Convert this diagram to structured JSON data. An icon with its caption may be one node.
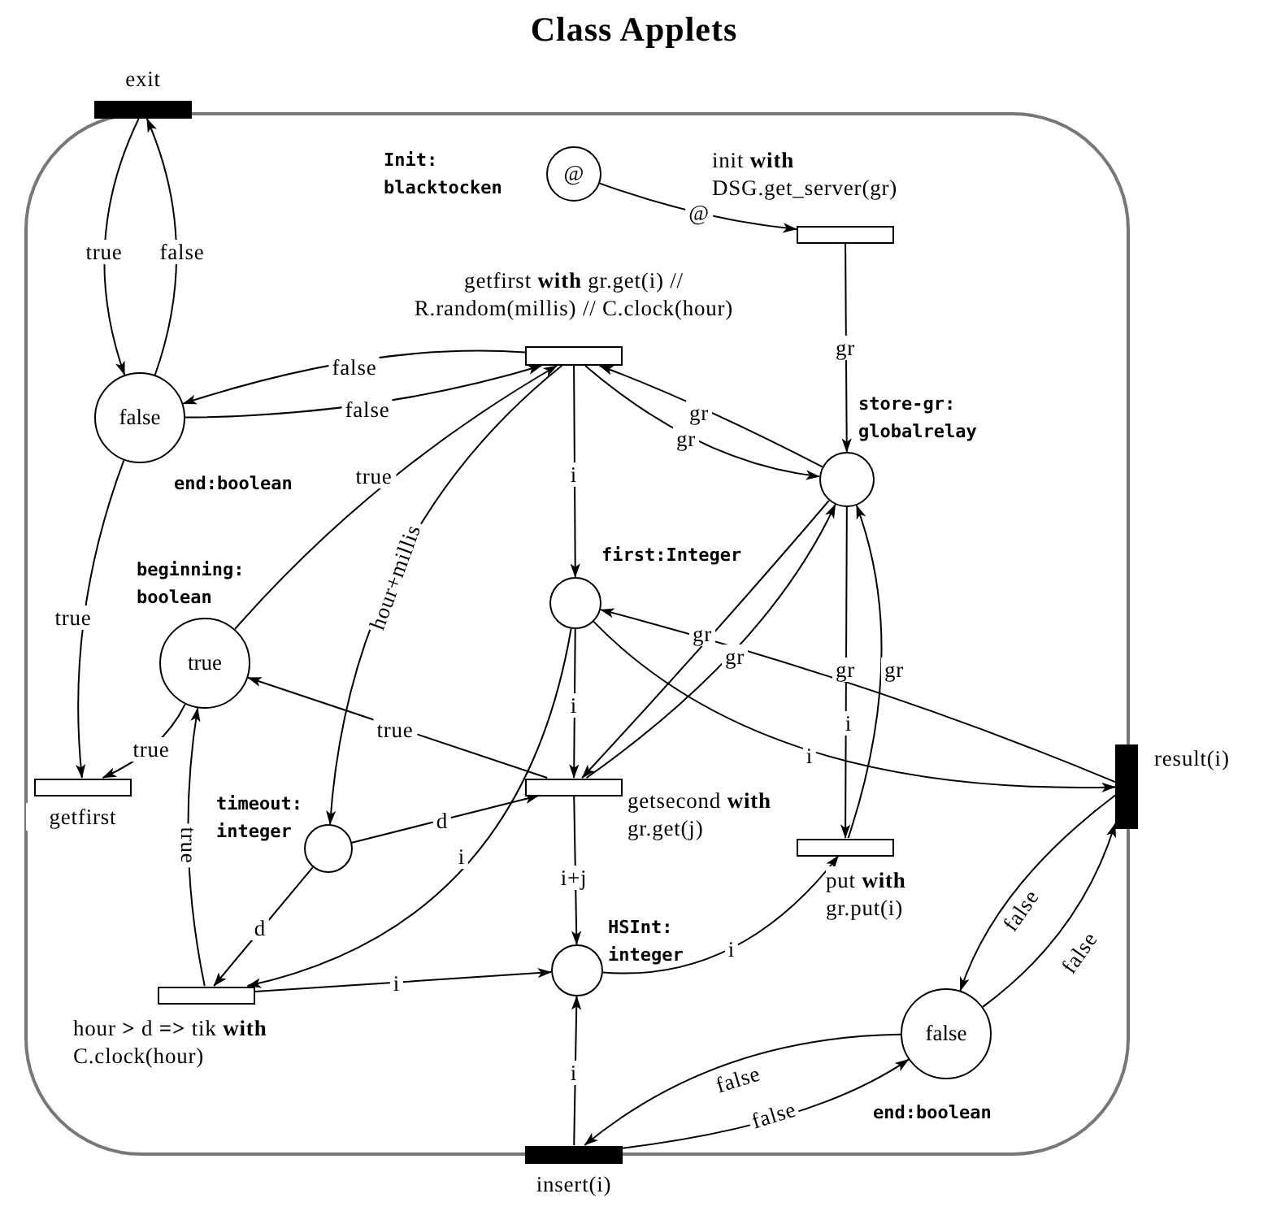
{
  "diagram": {
    "title": "Class Applets",
    "nodes": [
      {
        "text": [],
        "shape": "box"
      },
      {
        "text": [
          "exit"
        ]
      },
      {
        "text": [
          "@"
        ],
        "beside": [
          "Init: blacktocken"
        ],
        "in": 0
      },
      {
        "text": [
          "init **with** DSG.get_server(gr)"
        ],
        "in": 0
      },
      {
        "text": [
          "false"
        ],
        "beside": [
          "end:boolean"
        ],
        "in": 0
      },
      {
        "text": [
          "getfirst **with** gr.get(i) // R.random(millis) // C.clock(hour)"
        ],
        "in": 0
      },
      {
        "text": [],
        "shape": "circle",
        "beside": [
          "store-gr: globalrelay"
        ],
        "in": 0
      },
      {
        "text": [],
        "shape": "circle",
        "beside": [
          "first:Integer"
        ],
        "in": 0
      },
      {
        "text": [
          "true"
        ],
        "beside": [
          "beginning: boolean"
        ],
        "in": 0
      },
      {
        "text": [
          "getfirst"
        ],
        "in": 0
      },
      {
        "text": [
          "getsecond **with** gr.get(j)"
        ],
        "in": 0
      },
      {
        "text": [
          "result(i)"
        ]
      },
      {
        "text": [],
        "shape": "circle",
        "beside": [
          "timeout: integer"
        ],
        "in": 0
      },
      {
        "text": [
          "put **with** gr.put(i)"
        ],
        "in": 0
      },
      {
        "text": [
          "hour **>** d **=>** tik **with** C.clock(hour)"
        ],
        "in": 0
      },
      {
        "text": [],
        "shape": "circle",
        "beside": [
          "HSInt: integer"
        ],
        "in": 0
      },
      {
        "text": [
          "false"
        ],
        "beside": [
          "end:boolean"
        ],
        "in": 0
      },
      {
        "text": [
          "insert(i)"
        ]
      }
    ],
    "edges": [
      {
        "from": 1,
        "to": 4,
        "arrow": "to",
        "label": "true"
      },
      {
        "from": 4,
        "to": 1,
        "arrow": "to",
        "label": "false"
      },
      {
        "from": 5,
        "to": 4,
        "arrow": "to",
        "label": "false"
      },
      {
        "from": 4,
        "to": 5,
        "arrow": "to",
        "label": "false"
      },
      {
        "from": 4,
        "to": 9,
        "arrow": "to",
        "label": "true"
      },
      {
        "from": 8,
        "to": 5,
        "arrow": "to",
        "label": "true"
      },
      {
        "from": 8,
        "to": 9,
        "arrow": "to",
        "label": "true"
      },
      {
        "from": 5,
        "to": 12,
        "arrow": "to",
        "label": "hour+millis"
      },
      {
        "from": 2,
        "to": 3,
        "arrow": "to",
        "label": "@"
      },
      {
        "from": 3,
        "to": 6,
        "arrow": "to",
        "label": "gr"
      },
      {
        "from": 6,
        "to": 5,
        "arrow": "to",
        "label": "gr"
      },
      {
        "from": 5,
        "to": 6,
        "arrow": "to",
        "label": "gr"
      },
      {
        "from": 5,
        "to": 7,
        "arrow": "to",
        "label": "i"
      },
      {
        "from": 7,
        "to": 10,
        "arrow": "to",
        "label": "i"
      },
      {
        "from": 6,
        "to": 10,
        "arrow": "to",
        "label": "gr"
      },
      {
        "from": 10,
        "to": 6,
        "arrow": "to",
        "label": "gr"
      },
      {
        "from": 6,
        "to": 13,
        "arrow": "to",
        "label": "gr"
      },
      {
        "from": 13,
        "to": 6,
        "arrow": "to",
        "label": "gr"
      },
      {
        "from": 11,
        "to": 7,
        "arrow": "to",
        "label": "i"
      },
      {
        "from": 7,
        "to": 11,
        "arrow": "to",
        "label": "i"
      },
      {
        "from": 10,
        "to": 8,
        "arrow": "to",
        "label": "true"
      },
      {
        "from": 12,
        "to": 10,
        "arrow": "to",
        "label": "d"
      },
      {
        "from": 12,
        "to": 14,
        "arrow": "to",
        "label": "d"
      },
      {
        "from": 7,
        "to": 14,
        "arrow": "to",
        "label": "i"
      },
      {
        "from": 14,
        "to": 8,
        "arrow": "to",
        "label": "true"
      },
      {
        "from": 14,
        "to": 15,
        "arrow": "to",
        "label": "i"
      },
      {
        "from": 10,
        "to": 15,
        "arrow": "to",
        "label": "i+j"
      },
      {
        "from": 15,
        "to": 13,
        "arrow": "to",
        "label": "i"
      },
      {
        "from": 17,
        "to": 15,
        "arrow": "to",
        "label": "i"
      },
      {
        "from": 11,
        "to": 16,
        "arrow": "to",
        "label": "false"
      },
      {
        "from": 16,
        "to": 11,
        "arrow": "to",
        "label": "false"
      },
      {
        "from": 16,
        "to": 17,
        "arrow": "to",
        "label": "false"
      },
      {
        "from": 17,
        "to": 16,
        "arrow": "to",
        "label": "false"
      }
    ]
  }
}
